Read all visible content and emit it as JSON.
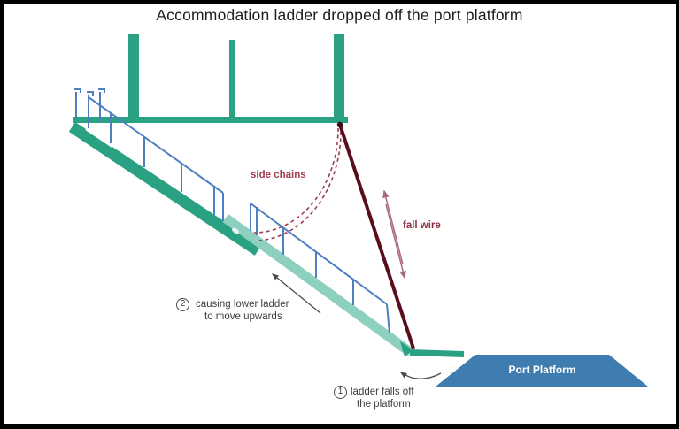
{
  "title": "Accommodation ladder dropped off the port platform",
  "labels": {
    "side_chains": "side chains",
    "fall_wire": "fall wire",
    "port_platform": "Port Platform"
  },
  "steps": [
    {
      "number": "1",
      "line1": "ladder falls off",
      "line2": "the platform"
    },
    {
      "number": "2",
      "line1": "causing lower ladder",
      "line2": "to move upwards"
    }
  ],
  "colors": {
    "structure_green": "#2aa183",
    "lower_ladder_mint": "#8ed0bf",
    "railing_blue": "#4e7fc1",
    "fall_wire_dark": "#5a0e1d",
    "chain_maroon": "#9c3d51",
    "platform_blue": "#3f7db0",
    "annotation_gray": "#555555"
  }
}
